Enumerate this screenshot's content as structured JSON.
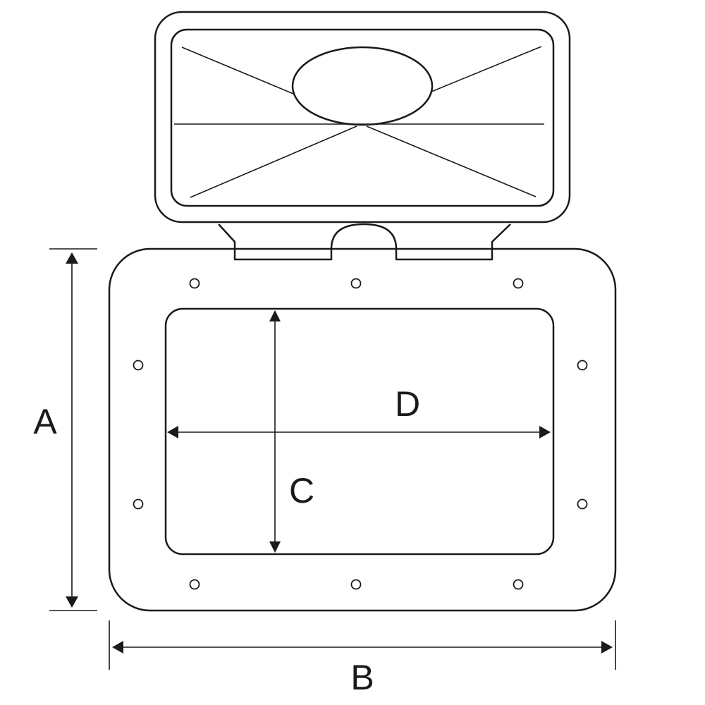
{
  "dimensions": {
    "a_label": "A",
    "b_label": "B",
    "c_label": "C",
    "d_label": "D"
  },
  "colors": {
    "line": "#1a1a1a",
    "background": "#ffffff"
  }
}
